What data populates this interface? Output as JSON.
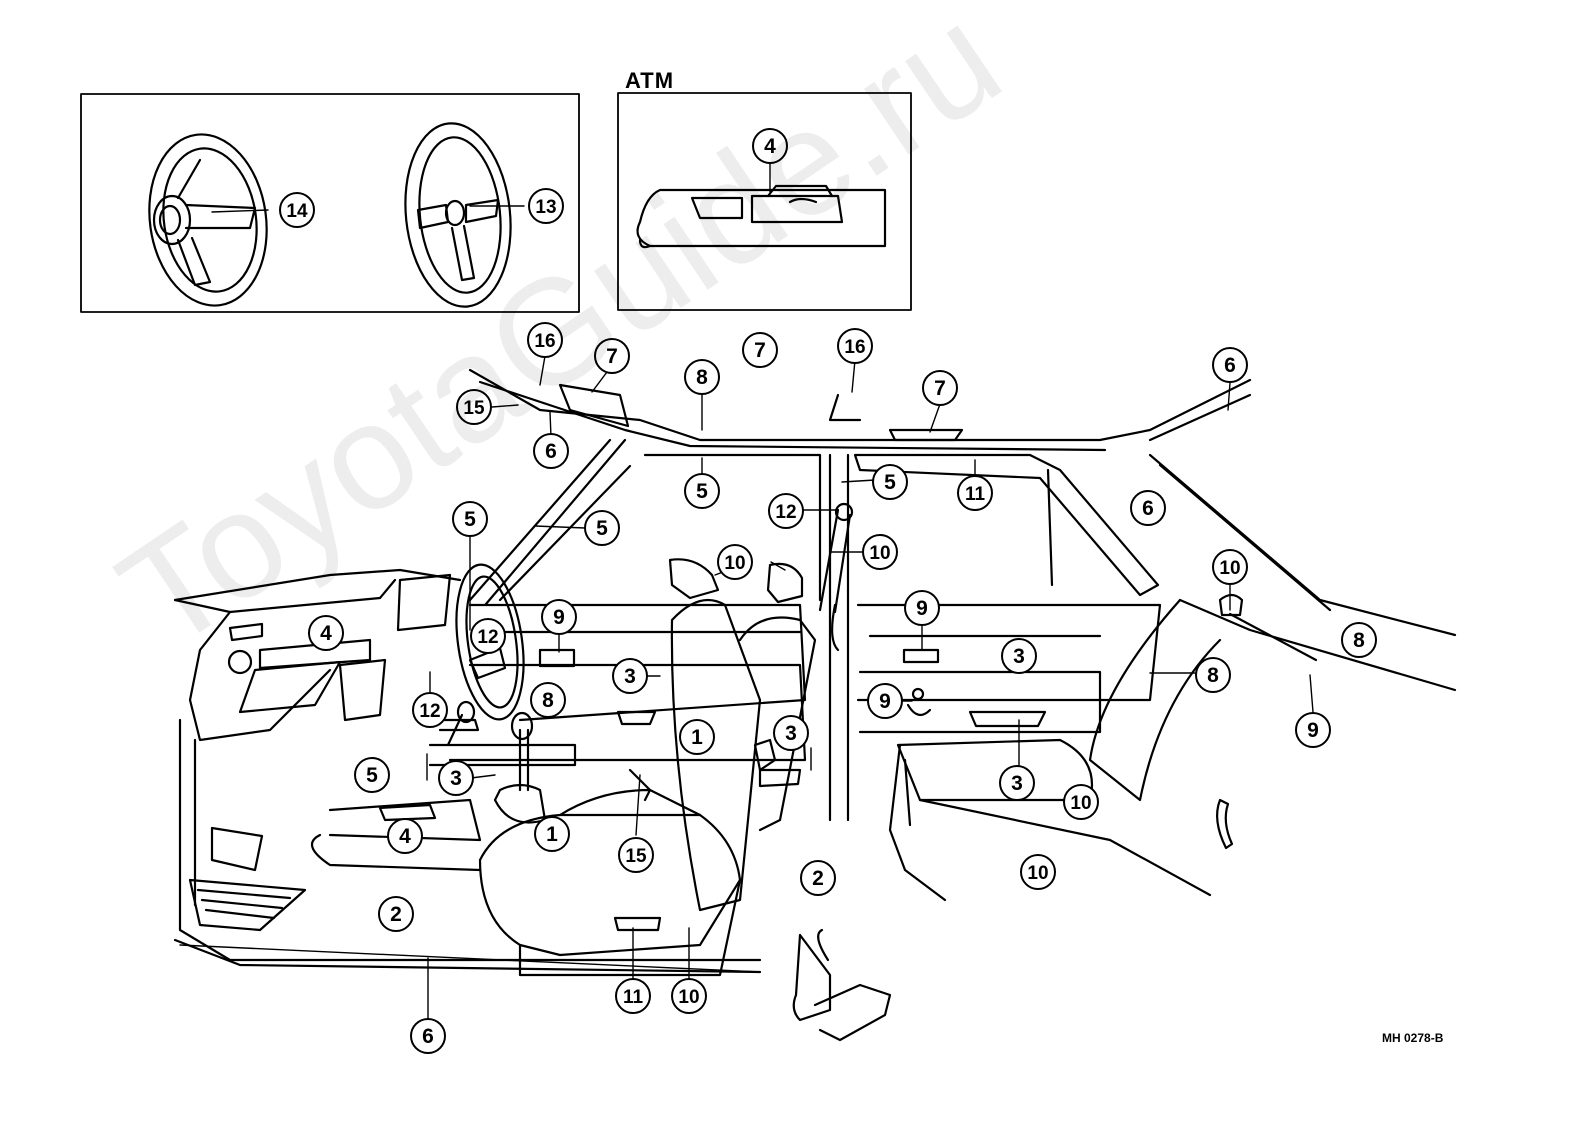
{
  "inset": {
    "label": "ATM"
  },
  "diagram_code": "MH 0278-B",
  "watermark": "ToyotaGuide.ru",
  "callouts": [
    "14",
    "13",
    "4",
    "16",
    "7",
    "7",
    "16",
    "7",
    "6",
    "8",
    "15",
    "6",
    "5",
    "5",
    "5",
    "11",
    "12",
    "5",
    "6",
    "10",
    "10",
    "10",
    "4",
    "12",
    "9",
    "9",
    "8",
    "3",
    "3",
    "8",
    "9",
    "12",
    "1",
    "3",
    "8",
    "3",
    "9",
    "3",
    "5",
    "4",
    "1",
    "15",
    "2",
    "10",
    "2",
    "10",
    "10",
    "11",
    "6"
  ]
}
